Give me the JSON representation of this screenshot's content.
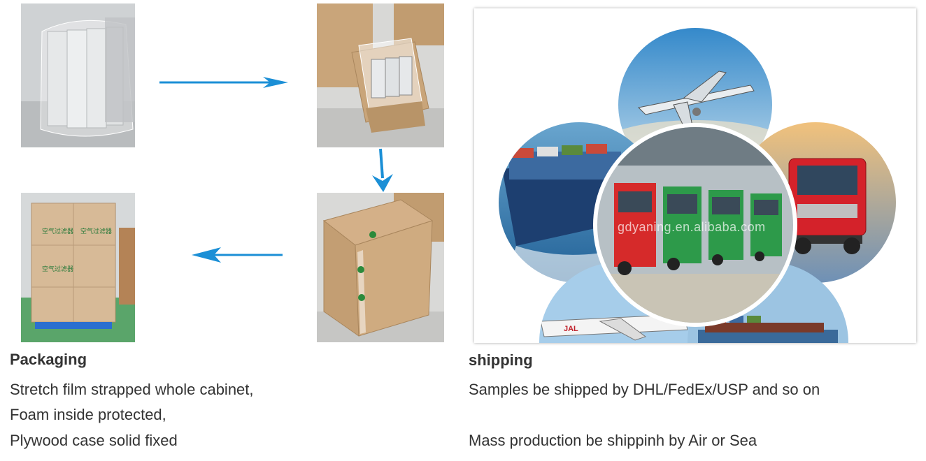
{
  "packaging": {
    "heading": "Packaging",
    "lines": [
      "Stretch film strapped whole cabinet,",
      "Foam inside protected,",
      "Plywood case solid fixed"
    ],
    "box_label": "空气过滤器"
  },
  "shipping": {
    "heading": "shipping",
    "lines": [
      "Samples be shipped by DHL/FedEx/USP and so on",
      "Mass production be shippinh by Air or Sea"
    ],
    "watermark": "gdyaning.en.alibaba.com",
    "airline_mark": "JAL"
  },
  "colors": {
    "arrow": "#1b8fd6",
    "cardboard": "#c9a57a",
    "text": "#333333"
  }
}
